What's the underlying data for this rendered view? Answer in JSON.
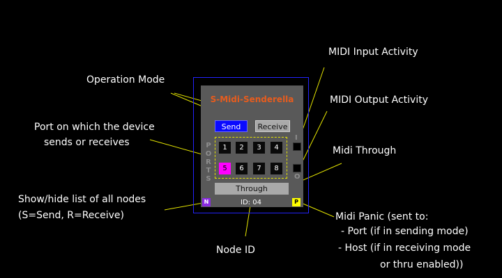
{
  "annotations": {
    "operation_mode": "Operation Mode",
    "midi_input": "MIDI Input Activity",
    "midi_output": "MIDI Output Activity",
    "port_line1": "Port on which the device",
    "port_line2": "sends or receives",
    "midi_through": "Midi Through",
    "nodes_line1": "Show/hide list of all nodes",
    "nodes_line2": "(S=Send, R=Receive)",
    "panic_line1": "Midi Panic (sent to:",
    "panic_line2": "- Port (if in sending mode)",
    "panic_line3": "-  Host (if in receiving mode",
    "panic_line4": "or thru enabled))",
    "node_id": "Node ID"
  },
  "device": {
    "title": "S-Midi-Senderella",
    "send_label": "Send",
    "receive_label": "Receive",
    "ports_label": [
      "P",
      "O",
      "R",
      "T",
      "S"
    ],
    "ports": [
      "1",
      "2",
      "3",
      "4",
      "5",
      "6",
      "7",
      "8"
    ],
    "selected_port": "5",
    "input_label": "I",
    "output_label": "O",
    "through_label": "Through",
    "node_id": "ID: 04",
    "nodes_button": "N",
    "panic_button": "P"
  },
  "colors": {
    "background": "#000000",
    "panel": "#595959",
    "frame": "#2424ff",
    "title": "#e65c1e",
    "send_active": "#0a0aff",
    "port_selected": "#ff00ff",
    "ports_border": "#e6e600",
    "leader_lines": "#e6e600",
    "nodes_button": "#8a2be2",
    "panic_button": "#ffff00"
  }
}
